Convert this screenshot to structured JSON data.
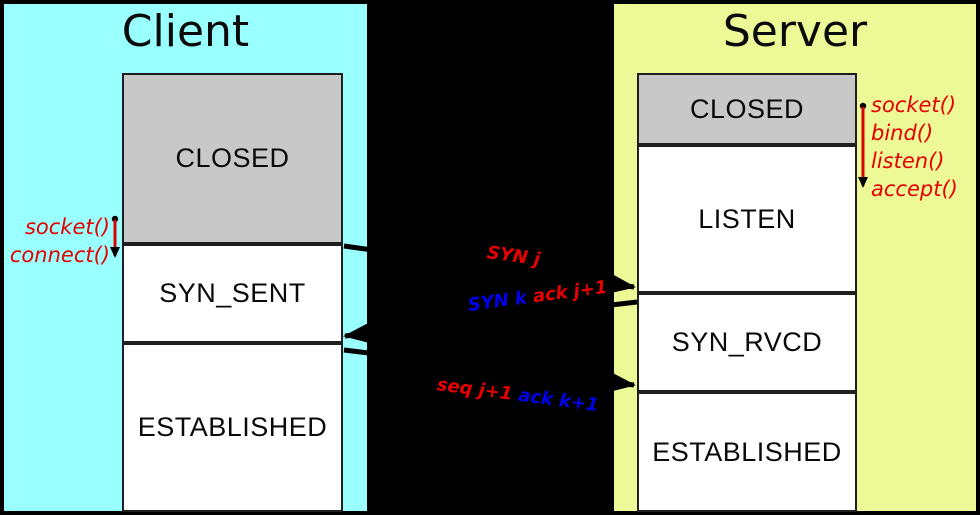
{
  "client": {
    "title": "Client",
    "bg_color": "#99FFFF",
    "states": [
      {
        "label": "CLOSED",
        "fill": "#C8C8C8"
      },
      {
        "label": "SYN_SENT",
        "fill": "#FFFFFF"
      },
      {
        "label": "ESTABLISHED",
        "fill": "#FFFFFF"
      }
    ],
    "syscalls": [
      "socket()",
      "connect()"
    ]
  },
  "server": {
    "title": "Server",
    "bg_color": "#EDF996",
    "states": [
      {
        "label": "CLOSED",
        "fill": "#C8C8C8"
      },
      {
        "label": "LISTEN",
        "fill": "#FFFFFF"
      },
      {
        "label": "SYN_RVCD",
        "fill": "#FFFFFF"
      },
      {
        "label": "ESTABLISHED",
        "fill": "#FFFFFF"
      }
    ],
    "syscalls": [
      "socket()",
      "bind()",
      "listen()",
      "accept()"
    ]
  },
  "messages": [
    {
      "name": "syn",
      "from": "client",
      "to": "server",
      "parts": [
        {
          "text": "SYN j",
          "color": "#E60000"
        }
      ]
    },
    {
      "name": "syn-ack",
      "from": "server",
      "to": "client",
      "parts": [
        {
          "text": "SYN k ",
          "color": "#0000EE"
        },
        {
          "text": "ack j+1",
          "color": "#E60000"
        }
      ]
    },
    {
      "name": "ack",
      "from": "client",
      "to": "server",
      "parts": [
        {
          "text": "seq j+1 ",
          "color": "#E60000"
        },
        {
          "text": "ack k+1",
          "color": "#0000EE"
        }
      ]
    }
  ],
  "colors": {
    "background": "#000000",
    "client_panel": "#99FFFF",
    "server_panel": "#EDF996",
    "closed_state_gray": "#C8C8C8",
    "annotation_red": "#E60000",
    "message_blue": "#0000EE",
    "arrow_black": "#000000"
  }
}
